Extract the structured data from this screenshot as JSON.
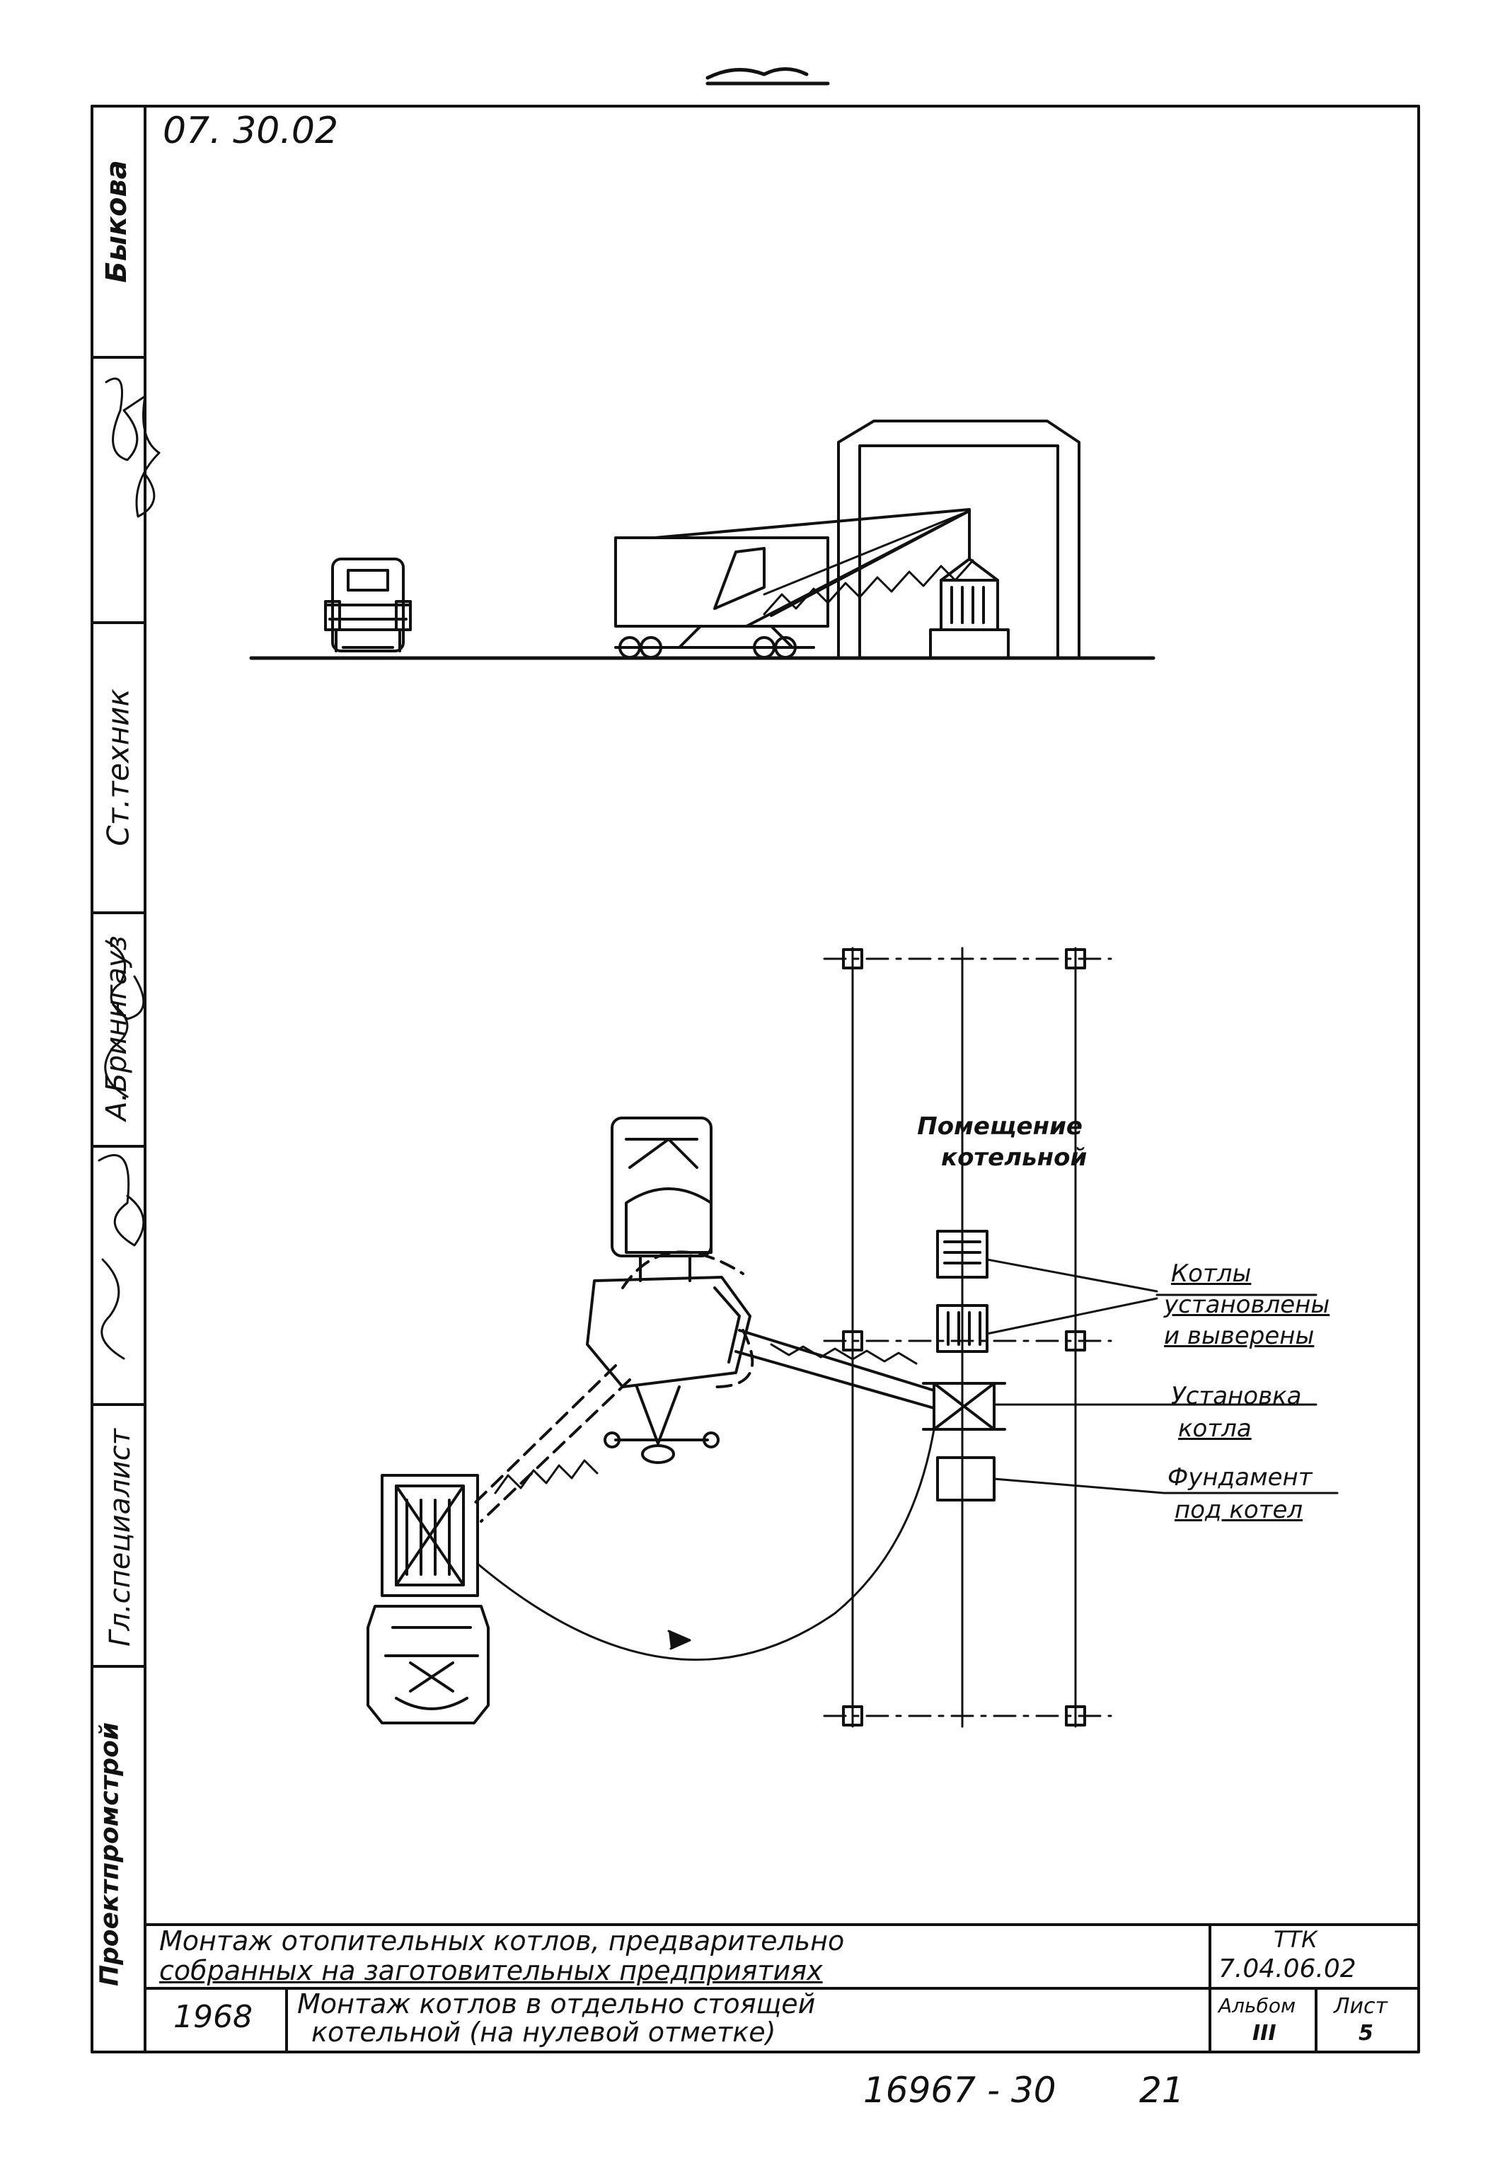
{
  "sheet": {
    "code": "07. 30.02",
    "footer_number": "16967 - 30",
    "footer_page": "21"
  },
  "side_stamp": {
    "org": "Проектпромстрой",
    "spec": "Гл.специалист",
    "name1": "А.Бриннгауз",
    "role2": "Ст.техник",
    "name2": "Быкова"
  },
  "title_block": {
    "main_title_line1": "Монтаж отопительных котлов, предварительно",
    "main_title_line2": "собранных на заготовительных предприятиях",
    "doc_type": "ТТК",
    "doc_number": "7.04.06.02",
    "year": "1968",
    "sheet_title_line1": "Монтаж котлов в отдельно стоящей",
    "sheet_title_line2": "котельной (на нулевой отметке)",
    "album_label": "Альбом",
    "album_value": "III",
    "list_label": "Лист",
    "list_value": "5"
  },
  "plan_labels": {
    "room_line1": "Помещение",
    "room_line2": "котельной",
    "boilers_line1": "Котлы",
    "boilers_line2": "установлены",
    "boilers_line3": "и выверены",
    "install_line1": "Установка",
    "install_line2": "котла",
    "foundation_line1": "Фундамент",
    "foundation_line2": "под котел"
  }
}
